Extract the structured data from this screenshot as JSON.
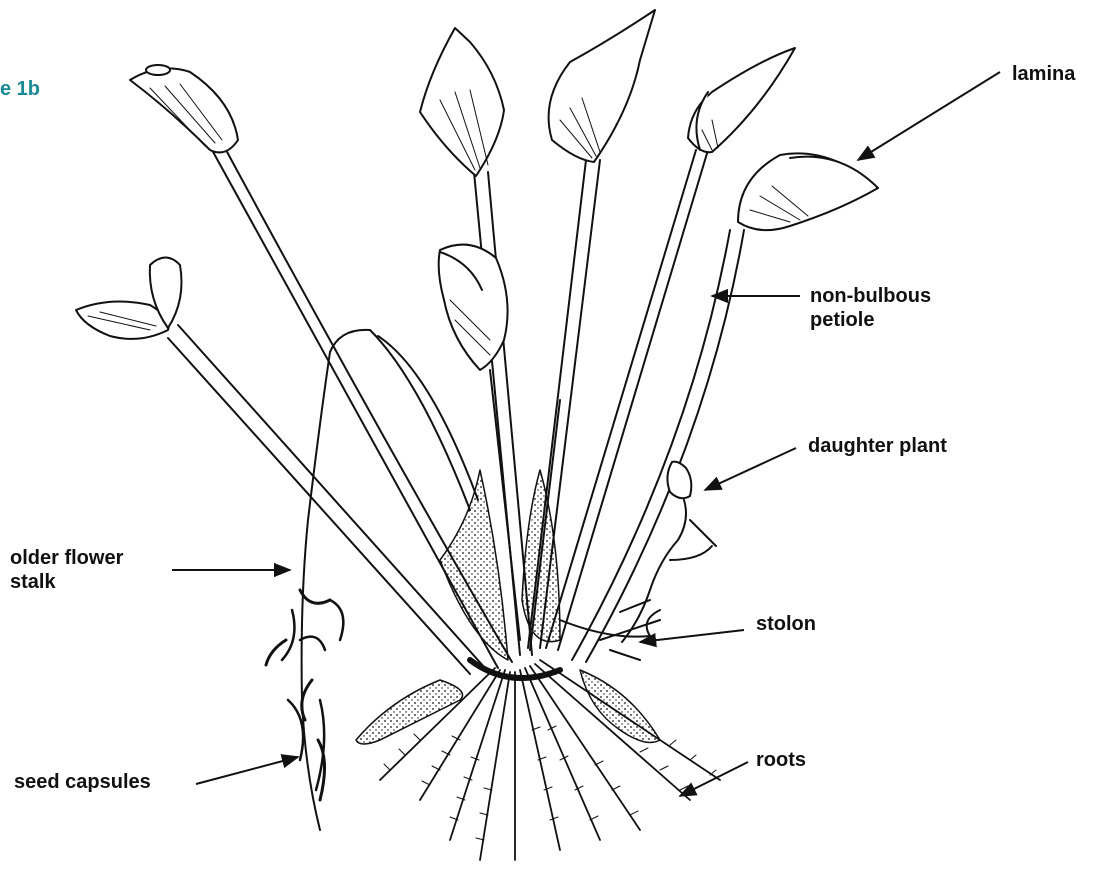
{
  "figure": {
    "tag": "e 1b",
    "tag_color": "#1a8a96"
  },
  "labels": {
    "lamina": "lamina",
    "petiole_line1": "non-bulbous",
    "petiole_line2": "petiole",
    "daughter_plant": "daughter plant",
    "flower_stalk_line1": "older flower",
    "flower_stalk_line2": "stalk",
    "stolon": "stolon",
    "roots": "roots",
    "seed_capsules": "seed capsules"
  },
  "colors": {
    "ink": "#111111",
    "paper": "#ffffff",
    "accent": "#1a8a96"
  }
}
